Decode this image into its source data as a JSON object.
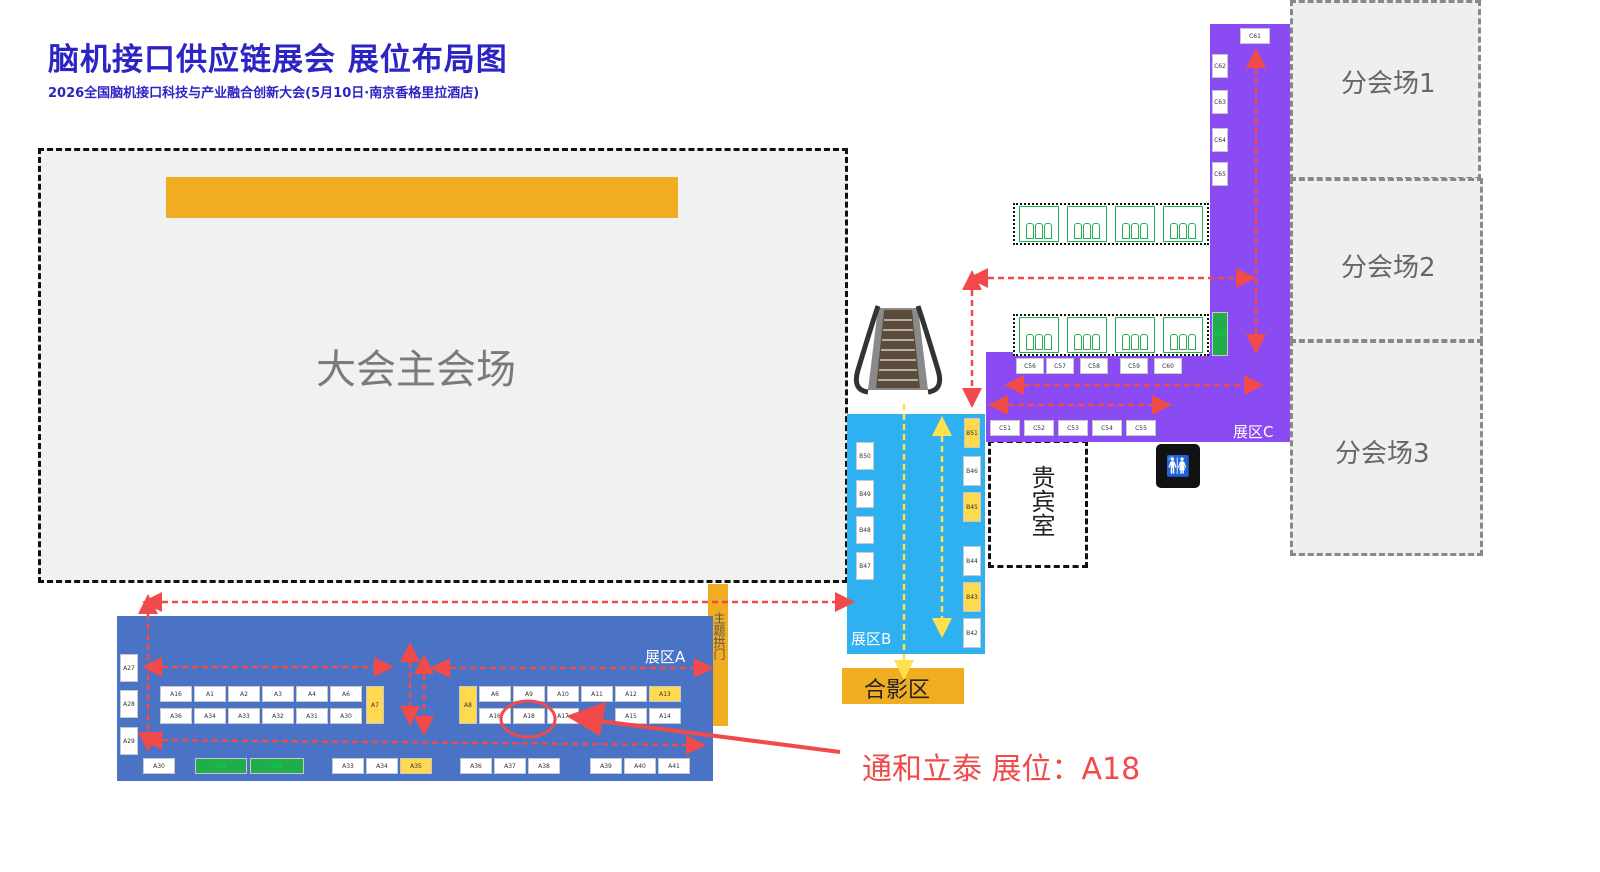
{
  "header": {
    "title": "脑机接口供应链展会  展位布局图",
    "subtitle": "2026全国脑机接口科技与产业融合创新大会(5月10日·南京香格里拉酒店)"
  },
  "halls": {
    "main": "大会主会场",
    "sub1": "分会场1",
    "sub2": "分会场2",
    "sub3": "分会场3",
    "vip": "贵宾室",
    "photo": "合影区",
    "arch": "主题拱门"
  },
  "zones": {
    "a": "展区A",
    "b": "展区B",
    "c": "展区C"
  },
  "annotation": "通和立泰   展位：A18",
  "zone_a_booths": {
    "left_col": [
      "A27",
      "A28",
      "A29"
    ],
    "row1_left": [
      "A16",
      "A1",
      "A2",
      "A3",
      "A4",
      "A6"
    ],
    "row2_left": [
      "A36",
      "A34",
      "A33",
      "A32",
      "A31",
      "A30"
    ],
    "left_yellow": "A7",
    "mid_yellow": "A8",
    "row1_right": [
      "A6",
      "A9",
      "A10",
      "A11",
      "A12",
      "A13"
    ],
    "row2_right": [
      "A16",
      "A18",
      "A17",
      "A15",
      "A14"
    ],
    "bottom": [
      "A30",
      "A31",
      "A32",
      "A33",
      "A34",
      "A35",
      "A36",
      "A37",
      "A38",
      "A39",
      "A40",
      "A41"
    ]
  },
  "zone_b_booths": {
    "left": [
      "B50",
      "B49",
      "B48",
      "B47"
    ],
    "right": [
      "B46",
      "B45",
      "B44",
      "B43",
      "B42"
    ],
    "top": "B51"
  },
  "zone_c_booths": {
    "top": "C61",
    "column": [
      "C62",
      "C63",
      "C64",
      "C65"
    ],
    "green": "C61",
    "row_upper": [
      "C56",
      "C57",
      "C58",
      "C59",
      "C60"
    ],
    "row_lower": [
      "C51",
      "C52",
      "C53",
      "C54",
      "C55"
    ]
  },
  "colors": {
    "title": "#2c24c4",
    "zone_a": "#4a73c6",
    "zone_b": "#2fb0f0",
    "zone_c": "#8a4cf2",
    "stage": "#f1ad22",
    "arrow_red": "#f04a4a",
    "arrow_yellow": "#ffe14d"
  },
  "icons": [
    "escalator-icon",
    "elevator-icon",
    "restroom-icon"
  ]
}
